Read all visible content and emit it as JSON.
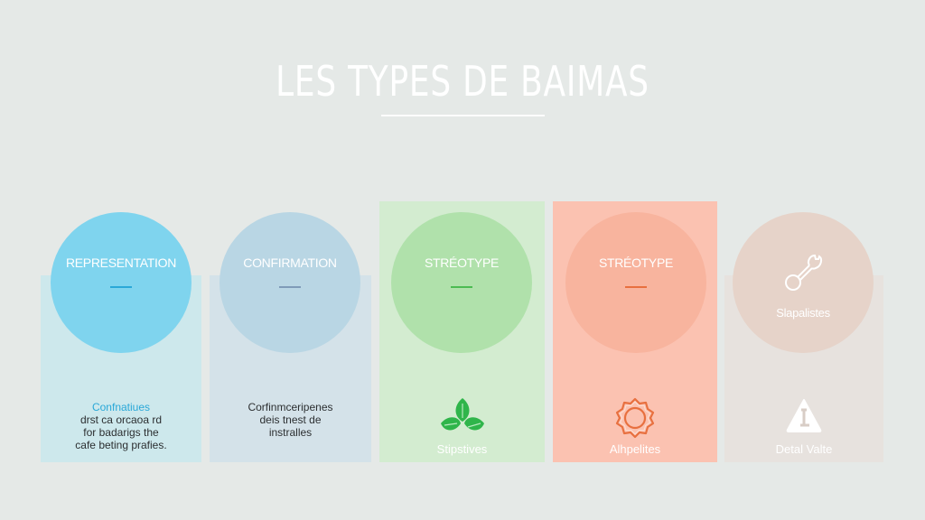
{
  "header": {
    "title": "LES TYPES DE BAIMAS"
  },
  "colors": {
    "background": "#e5e9e7",
    "card1_bg": "#cde8ec",
    "card1_circle": "#7fd4ee",
    "card1_accent": "#2aa8d8",
    "card2_bg": "#d4e2e9",
    "card2_circle": "#b9d6e4",
    "card2_accent": "#7f9bb8",
    "card3_bg": "#d3ecd0",
    "card3_circle": "#b0e1ab",
    "card3_accent": "#4cbb52",
    "card4_bg": "#fbc2b1",
    "card4_circle": "#f8b49e",
    "card4_accent": "#e8703f",
    "card5_bg": "#e7e2de",
    "card5_circle": "#e6d3c9"
  },
  "cards": [
    {
      "circle_label": "REPRESENTATION",
      "description_heading": "Confnatiues",
      "description_lines": [
        "drst ca orcaoa rd",
        "for badarigs the",
        "cafe beting prafies."
      ]
    },
    {
      "circle_label": "CONFIRMATION",
      "description_lines": [
        "Corfinmceripenes",
        "deis tnest de",
        "instralles"
      ]
    },
    {
      "circle_label": "STRÉOTYPE",
      "icon": "leaves-icon",
      "caption": "Stipstives"
    },
    {
      "circle_label": "STRÉOTYPE",
      "icon": "gear-ring-icon",
      "caption": "Alhpelites"
    },
    {
      "circle_icon": "wrench-icon",
      "circle_label": "Slapalistes",
      "icon": "warning-icon",
      "caption": "Detal Valte"
    }
  ]
}
